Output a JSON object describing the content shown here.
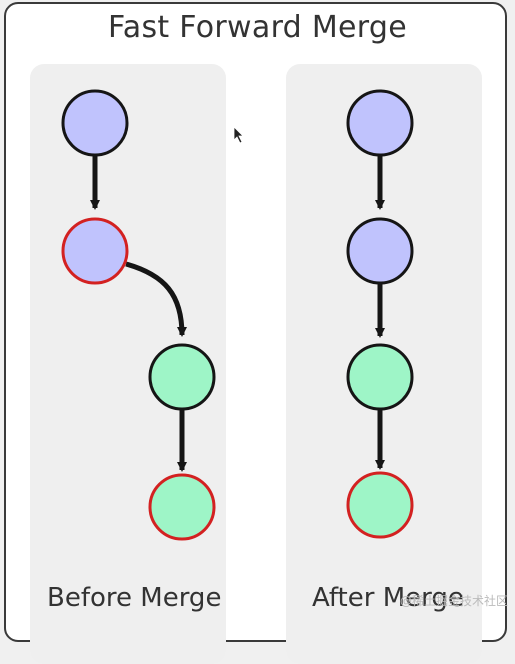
{
  "diagram": {
    "title": "Fast Forward Merge",
    "panels": [
      {
        "label": "Before Merge"
      },
      {
        "label": "After Merge"
      }
    ]
  },
  "colors": {
    "branch_commit_fill": "#c0c3fd",
    "feature_commit_fill": "#9ef5c7",
    "node_stroke": "#151515",
    "highlight_stroke": "#d32121",
    "panel_bg": "#efefef"
  },
  "watermark": "@稀土掘金技术社区"
}
